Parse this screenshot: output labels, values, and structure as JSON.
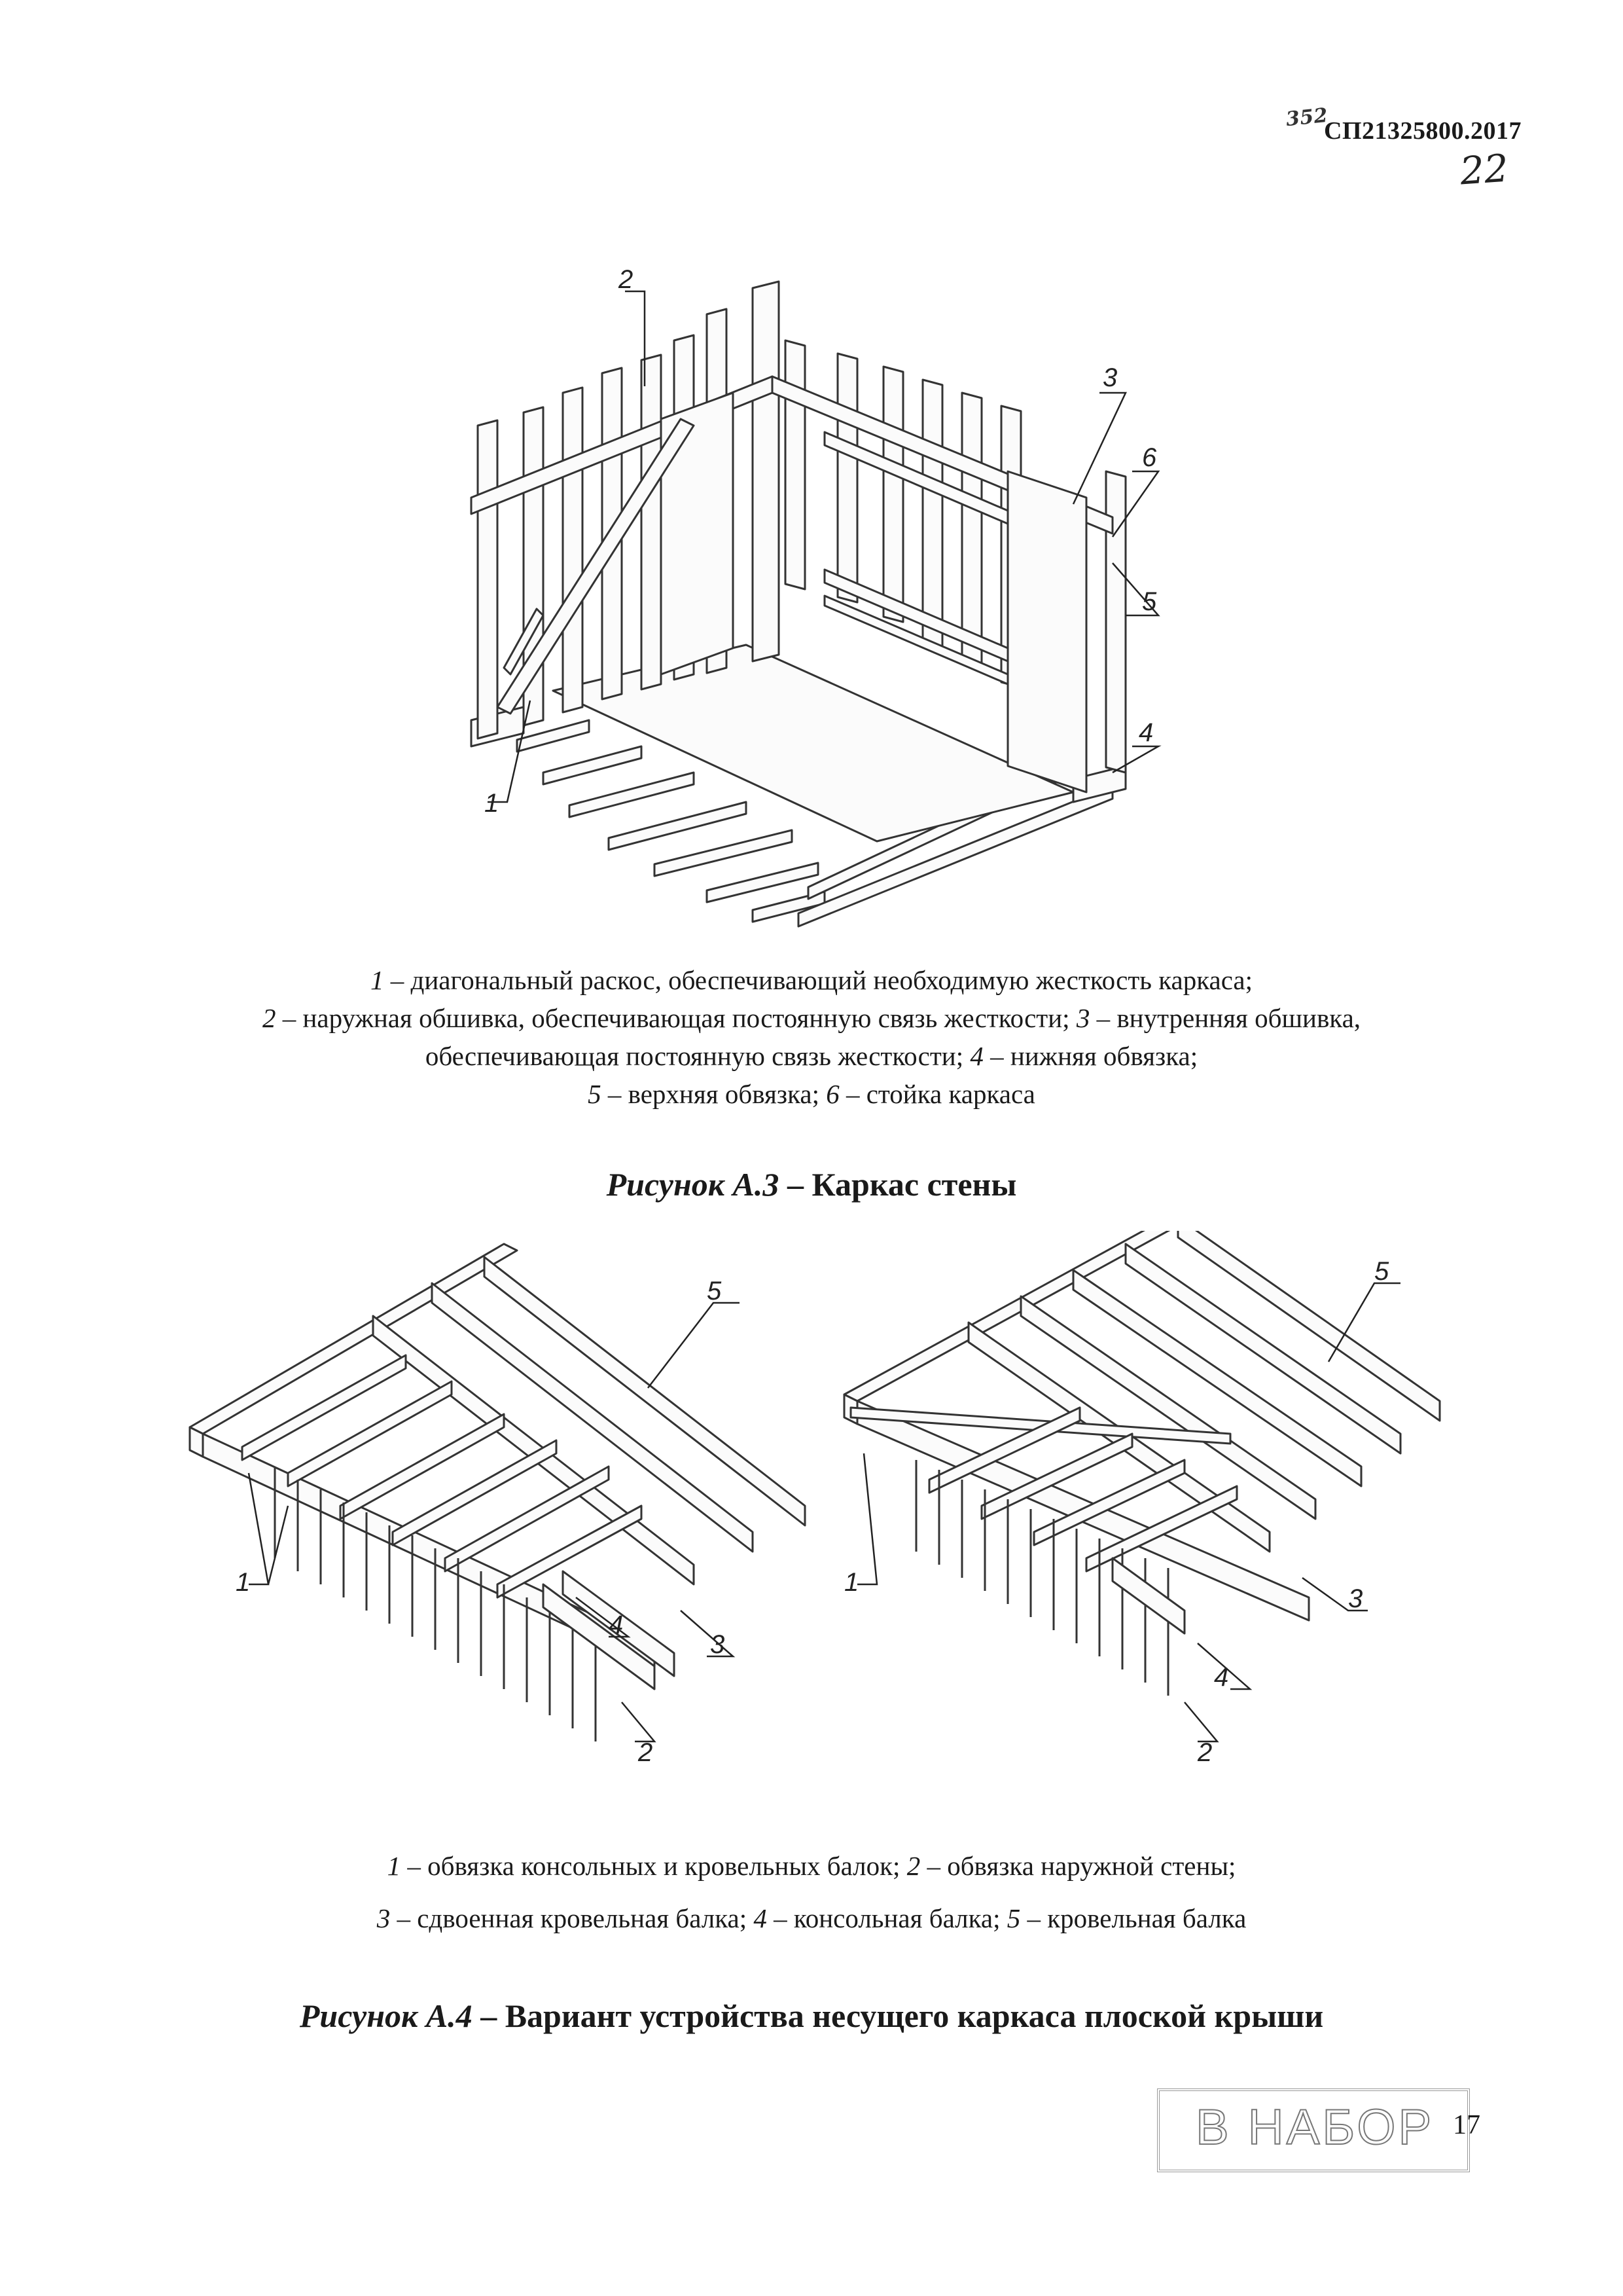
{
  "header": {
    "doc_code": "СП",
    "doc_code_digits": "21325800.2017",
    "handwritten_code": "352",
    "sheet_number": "22"
  },
  "figure_a3": {
    "labels": [
      "1",
      "2",
      "3",
      "4",
      "5",
      "6"
    ],
    "caption_lines": [
      [
        {
          "n": "1",
          "t": " – диагональный раскос, обеспечивающий необходимую жесткость каркаса;"
        }
      ],
      [
        {
          "n": "2",
          "t": " – наружная обшивка, обеспечивающая постоянную связь жесткости; "
        },
        {
          "n": "3",
          "t": " – внутренняя обшивка,"
        }
      ],
      [
        {
          "n": "",
          "t": "обеспечивающая постоянную связь жесткости; "
        },
        {
          "n": "4",
          "t": " – нижняя обвязка;"
        }
      ],
      [
        {
          "n": "5",
          "t": " – верхняя обвязка; "
        },
        {
          "n": "6",
          "t": " – стойка каркаса"
        }
      ]
    ],
    "title_prefix": "Рисунок А.3",
    "title_text": " – Каркас стены"
  },
  "figure_a4": {
    "labels_left": [
      "5",
      "1",
      "4",
      "3",
      "2"
    ],
    "labels_right": [
      "5",
      "1",
      "3",
      "4",
      "2"
    ],
    "caption_lines": [
      [
        {
          "n": "1",
          "t": " – обвязка консольных и кровельных балок; "
        },
        {
          "n": "2",
          "t": " – обвязка наружной стены;"
        }
      ],
      [
        {
          "n": "3",
          "t": " – сдвоенная кровельная балка; "
        },
        {
          "n": "4",
          "t": " – консольная балка; "
        },
        {
          "n": "5",
          "t": " – кровельная балка"
        }
      ]
    ],
    "title_prefix": "Рисунок А.4",
    "title_text": " – Вариант устройства несущего каркаса плоской крыши"
  },
  "footer": {
    "stamp_text": "В НАБОР",
    "page_number": "17"
  }
}
